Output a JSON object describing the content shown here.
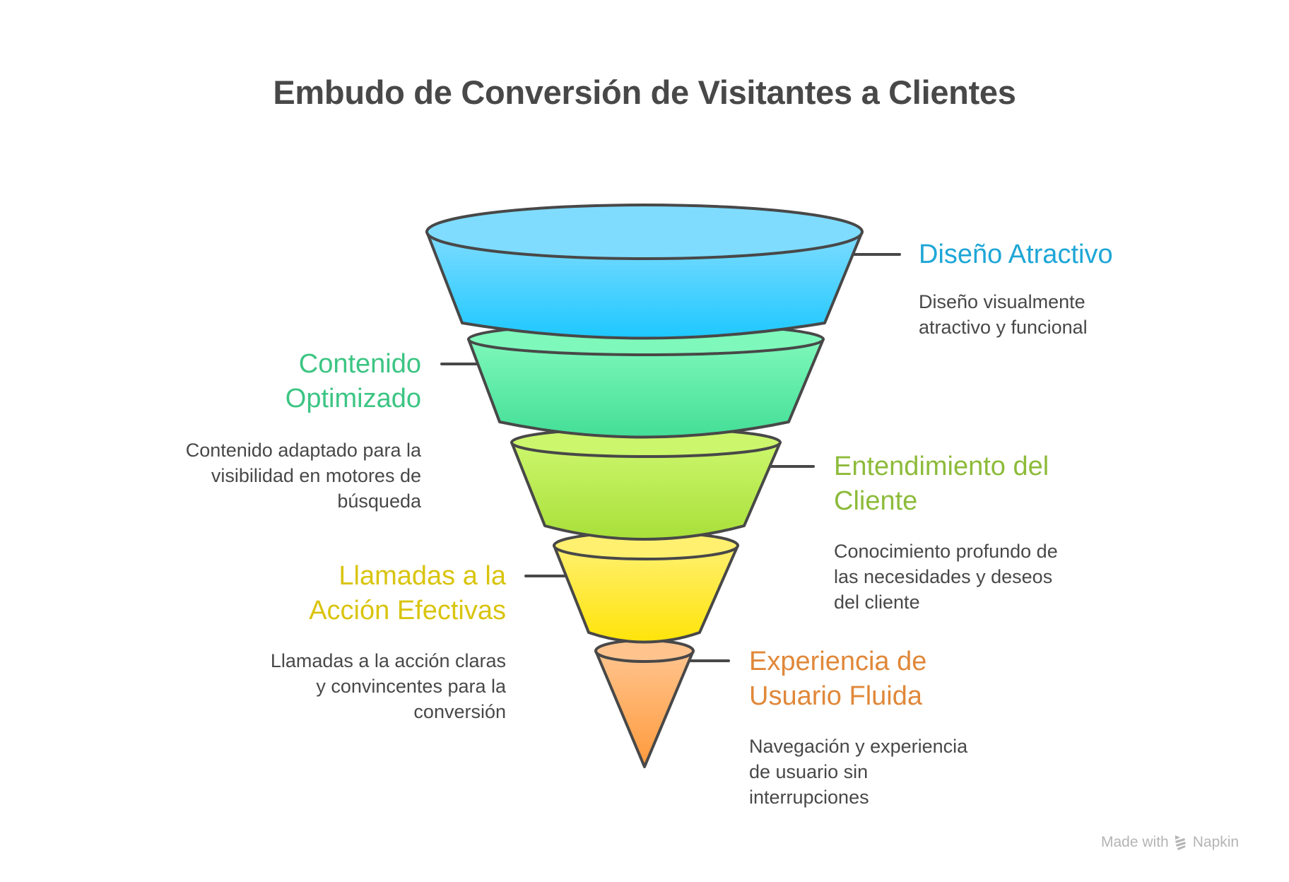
{
  "title": "Embudo de Conversión de Visitantes a Clientes",
  "stages": [
    {
      "id": "diseno",
      "heading_lines": [
        "Diseño Atractivo"
      ],
      "description_lines": [
        "Diseño visualmente",
        "atractivo y funcional"
      ],
      "color": "#1ea6d6",
      "fill_top": "#7fdcff",
      "fill_bottom": "#1ec8ff",
      "side": "right"
    },
    {
      "id": "contenido",
      "heading_lines": [
        "Contenido",
        "Optimizado"
      ],
      "description_lines": [
        "Contenido adaptado para la",
        "visibilidad en motores de",
        "búsqueda"
      ],
      "color": "#3cc583",
      "fill_top": "#7ef8bb",
      "fill_bottom": "#44de97",
      "side": "left"
    },
    {
      "id": "entendimiento",
      "heading_lines": [
        "Entendimiento del",
        "Cliente"
      ],
      "description_lines": [
        "Conocimiento profundo de",
        "las necesidades y deseos",
        "del cliente"
      ],
      "color": "#8dbb3a",
      "fill_top": "#ccf66c",
      "fill_bottom": "#a8e03a",
      "side": "right"
    },
    {
      "id": "llamadas",
      "heading_lines": [
        "Llamadas a la",
        "Acción Efectivas"
      ],
      "description_lines": [
        "Llamadas a la acción claras",
        "y convincentes para la",
        "conversión"
      ],
      "color": "#d9c40e",
      "fill_top": "#fff070",
      "fill_bottom": "#ffe40a",
      "side": "left"
    },
    {
      "id": "experiencia",
      "heading_lines": [
        "Experiencia de",
        "Usuario Fluida"
      ],
      "description_lines": [
        "Navegación y experiencia",
        "de usuario sin",
        "interrupciones"
      ],
      "color": "#e0883a",
      "fill_top": "#ffc48e",
      "fill_bottom": "#ff9a3c",
      "side": "right"
    }
  ],
  "stroke_color": "#484848",
  "watermark": {
    "prefix": "Made with",
    "brand": "Napkin"
  }
}
